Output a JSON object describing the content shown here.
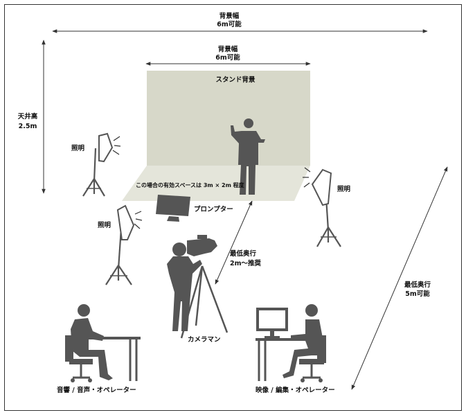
{
  "labels": {
    "bg_width_outer_1": "背景幅",
    "bg_width_outer_2": "6m可能",
    "bg_width_inner_1": "背景幅",
    "bg_width_inner_2": "6m可能",
    "stand_bg": "スタンド背景",
    "ceiling_1": "天井高",
    "ceiling_2": "2.5m",
    "floor_note": "この場合の有効スペースは 3m × 2m 程度",
    "light_top_left": "照明",
    "light_mid_left": "照明",
    "light_right": "照明",
    "prompter": "プロンプター",
    "min_depth_1_a": "最低奥行",
    "min_depth_1_b": "2m～推奨",
    "min_depth_2_a": "最低奥行",
    "min_depth_2_b": "5m可能",
    "cameraman": "カメラマン",
    "audio_op": "音響 / 音声・オペレーター",
    "video_op": "映像 / 編集・オペレーター"
  },
  "colors": {
    "backdrop": "#d7d8c9",
    "floor": "#e4e5da",
    "silhouette": "#555555",
    "line": "#333333"
  }
}
